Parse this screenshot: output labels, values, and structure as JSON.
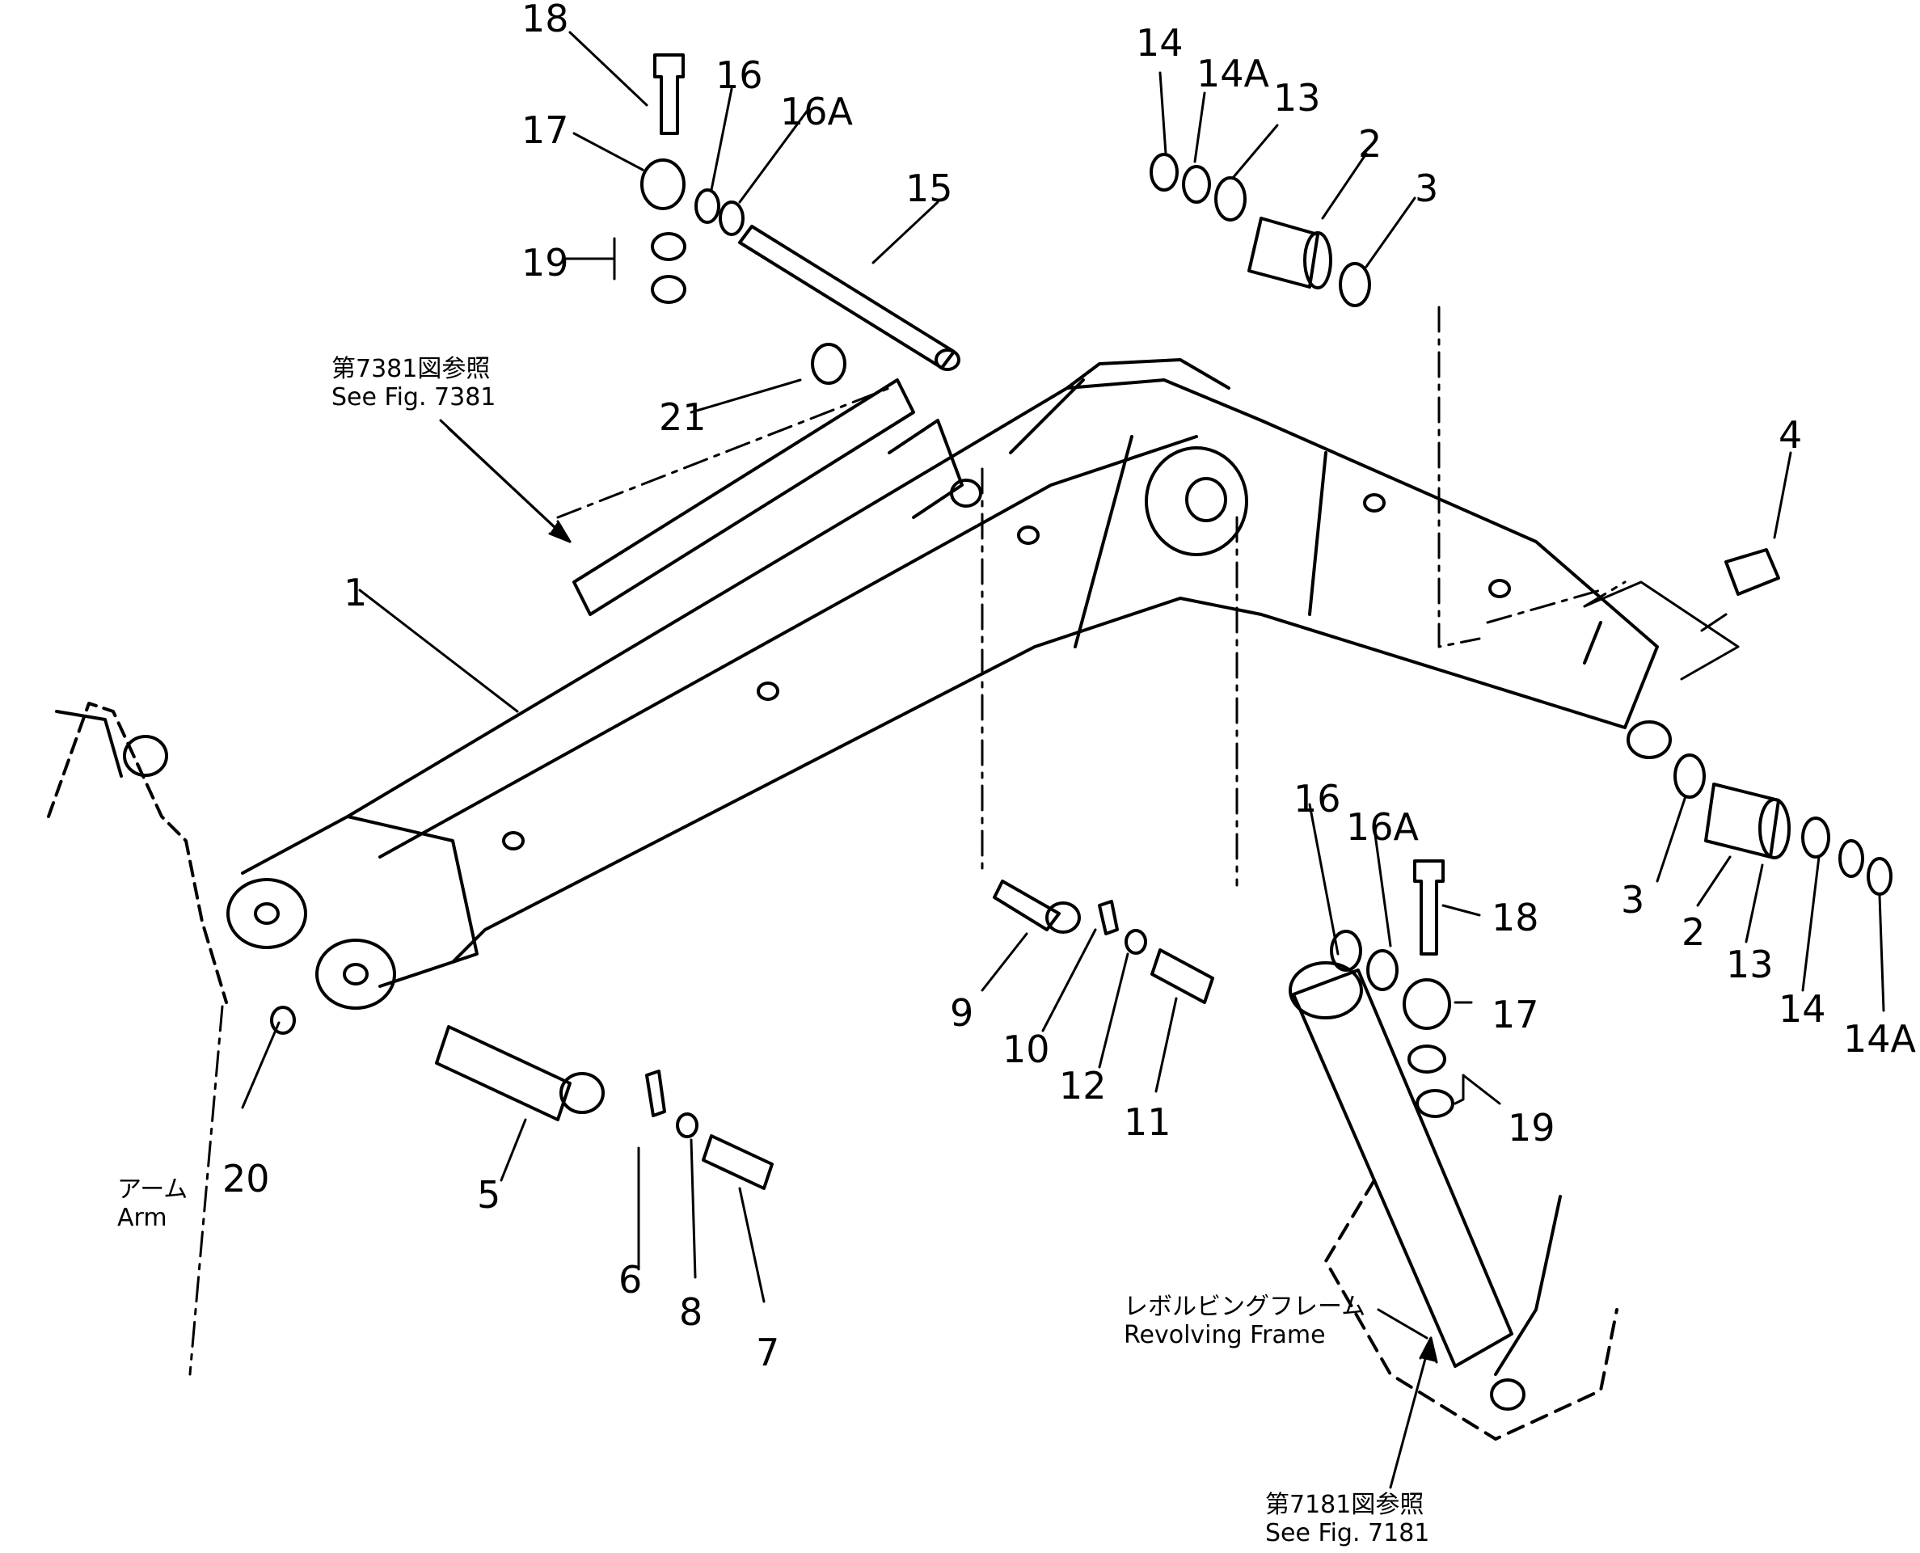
{
  "callouts": [
    "1",
    "2",
    "3",
    "4",
    "5",
    "6",
    "7",
    "8",
    "9",
    "10",
    "11",
    "12",
    "13",
    "14",
    "14A",
    "15",
    "16",
    "16A",
    "17",
    "18",
    "19",
    "20",
    "21"
  ],
  "labels_right": {
    "c16": "16",
    "c16a": "16A",
    "c18": "18",
    "c17": "17",
    "c19": "19",
    "c3": "3",
    "c2": "2",
    "c13": "13",
    "c14": "14",
    "c14a": "14A"
  },
  "labels_top": {
    "c18": "18",
    "c16": "16",
    "c16a": "16A",
    "c17": "17",
    "c19": "19",
    "c15": "15",
    "c21": "21",
    "c14": "14",
    "c14a": "14A",
    "c13": "13",
    "c2": "2",
    "c3": "3",
    "c4": "4"
  },
  "labels_bottom": {
    "c1": "1",
    "c20": "20",
    "c5": "5",
    "c6": "6",
    "c8": "8",
    "c7": "7",
    "c9": "9",
    "c10": "10",
    "c12": "12",
    "c11": "11"
  },
  "notes": {
    "fig7381_jp": "第7381図参照",
    "fig7381_en": "See Fig. 7381",
    "arm_jp": "アーム",
    "arm_en": "Arm",
    "frame_jp": "レボルビングフレーム",
    "frame_en": "Revolving Frame",
    "fig7181_jp": "第7181図参照",
    "fig7181_en": "See Fig. 7181"
  },
  "colors": {
    "ink": "#000000",
    "paper": "#ffffff"
  }
}
